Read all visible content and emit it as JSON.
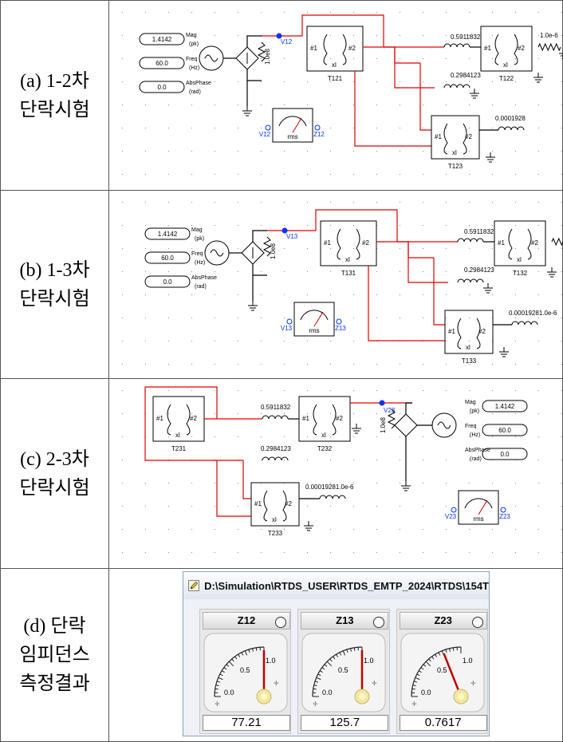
{
  "rows": [
    {
      "label_line1": "(a)  1-2차",
      "label_line2": "단락시험",
      "source": {
        "mag_value": "1.4142",
        "mag_label": "Mag",
        "mag_unit": "(pk)",
        "freq_value": "60.0",
        "freq_label": "Freq",
        "freq_unit": "(Hz)",
        "phase_value": "0.0",
        "phase_label": "AbsPhase",
        "phase_unit": "(rad)"
      },
      "resistor": "1.0e8",
      "node": "V12",
      "meter_left": "V12",
      "meter_right": "Z12",
      "meter_unit": "rms",
      "t1": "T121",
      "t2": "T122",
      "t3": "T123",
      "x1": "0.5911832",
      "x2": "0.2984123",
      "x3": "0.0001928",
      "rload": "1.0e-6",
      "w1": "#1",
      "w2": "#2",
      "xl": "xl"
    },
    {
      "label_line1": "(b)  1-3차",
      "label_line2": "단락시험",
      "source": {
        "mag_value": "1.4142",
        "mag_label": "Mag",
        "mag_unit": "(pk)",
        "freq_value": "60.0",
        "freq_label": "Freq",
        "freq_unit": "(Hz)",
        "phase_value": "0.0",
        "phase_label": "AbsPhase",
        "phase_unit": "(rad)"
      },
      "resistor": "1.0e8",
      "node": "V13",
      "meter_left": "V13",
      "meter_right": "Z13",
      "meter_unit": "rms",
      "t1": "T131",
      "t2": "T132",
      "t3": "T133",
      "x1": "0.5911832",
      "x2": "0.2984123",
      "x3": "0.00019281.0e-6",
      "w1": "#1",
      "w2": "#2",
      "xl": "xl"
    },
    {
      "label_line1": "(c)  2-3차",
      "label_line2": "단락시험",
      "source": {
        "mag_value": "1.4142",
        "mag_label": "Mag",
        "mag_unit": "(pk)",
        "freq_value": "60.0",
        "freq_label": "Freq",
        "freq_unit": "(Hz)",
        "phase_value": "0.0",
        "phase_label": "AbsPhase",
        "phase_unit": "(rad)"
      },
      "resistor": "1.0e8",
      "node": "V23",
      "meter_left": "V23",
      "meter_right": "Z23",
      "meter_unit": "rms",
      "t1": "T231",
      "t2": "T232",
      "t3": "T233",
      "x1": "0.5911832",
      "x2": "0.2984123",
      "x3": "0.00019281.0e-6",
      "w1": "#1",
      "w2": "#2",
      "xl": "xl"
    },
    {
      "label_line1": "(d)  단락",
      "label_line2": "임피던스",
      "label_line3": "측정결과"
    }
  ],
  "panel": {
    "title": "D:\\Simulation\\RTDS_USER\\RTDS_EMTP_2024\\RTDS\\154T",
    "scale": {
      "t0": "0.0",
      "t05": "0.5",
      "t1": "1.0"
    },
    "meters": [
      {
        "name": "Z12",
        "value": "77.21",
        "needle_fraction": 1.0
      },
      {
        "name": "Z13",
        "value": "125.7",
        "needle_fraction": 1.0
      },
      {
        "name": "Z23",
        "value": "0.7617",
        "needle_fraction": 0.76
      }
    ]
  },
  "colors": {
    "wire_red": "#e00000",
    "wire_black": "#000000",
    "node_blue": "#0033ff",
    "needle": "#c00000"
  }
}
